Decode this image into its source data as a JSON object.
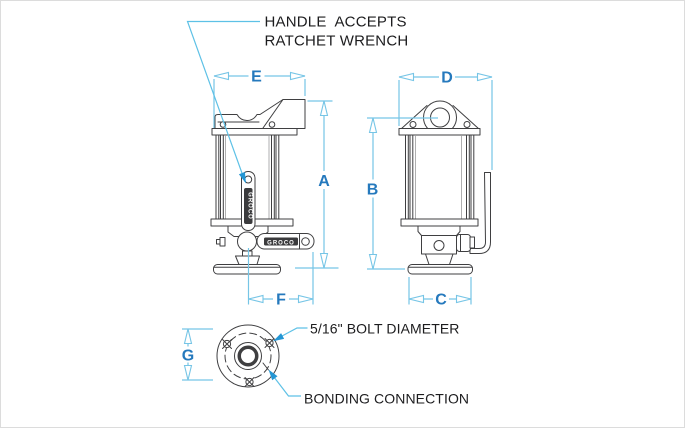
{
  "page": {
    "background": "#ffffff",
    "border_color": "#dcdcdc"
  },
  "colors": {
    "drawing_outline": "#3f3f41",
    "dimension_line": "#76c5e6",
    "dimension_letter": "#2579bd",
    "leader_arrow": "#2496d4",
    "note_text": "#1c1c1e"
  },
  "notes": {
    "handle_line1": "HANDLE  ACCEPTS",
    "handle_line2": "RATCHET WRENCH",
    "bolt_diameter": "5/16\" BOLT DIAMETER",
    "bonding": "BONDING CONNECTION"
  },
  "dim_labels": {
    "front_width": "E",
    "front_height": "A",
    "front_handle_reach": "F",
    "side_width": "D",
    "side_height": "B",
    "side_flange_width": "C",
    "flange_bolt_span": "G"
  },
  "brand": {
    "vertical_handle": "GROCO",
    "horizontal_handle": "GROCO"
  }
}
